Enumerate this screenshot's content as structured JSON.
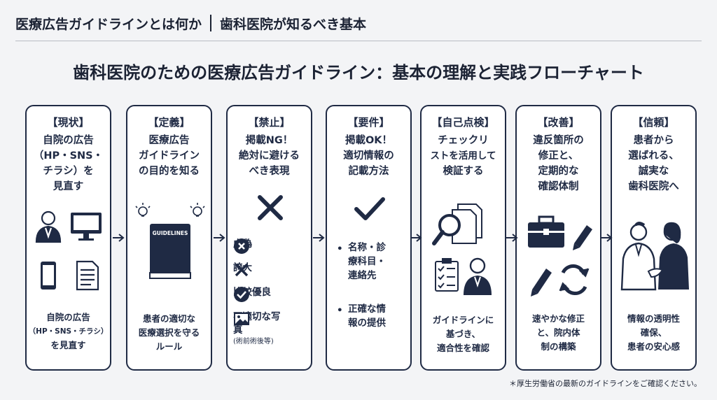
{
  "header": {
    "left": "医療広告ガイドラインとは何か",
    "right": "歯科医院が知るべき基本"
  },
  "main_title": "歯科医院のための医療広告ガイドライン：基本の理解と実践フローチャート",
  "cards": [
    {
      "tag": "【現状】",
      "title": [
        "自院の広告",
        "（HP・SNS・",
        "チラシ）を",
        "見直す"
      ],
      "desc": [
        "自院の広告",
        "（HP・SNS・チラシ）",
        "を見直す"
      ]
    },
    {
      "tag": "【定義】",
      "title": [
        "医療広告",
        "ガイドライン",
        "の目的を知る"
      ],
      "book_label": "GUIDELINES",
      "desc": [
        "患者の適切な",
        "医療選択を守る",
        "ルール"
      ]
    },
    {
      "tag": "【禁止】",
      "title": [
        "掲載NG！",
        "絶対に避ける",
        "べき表現"
      ],
      "items": [
        {
          "label": "虚偽",
          "icon": "x-circle-icon"
        },
        {
          "label": "誇大",
          "icon": "x-icon"
        },
        {
          "label": "比較優良",
          "icon": "check-circle-icon"
        },
        {
          "label": "不適切な写真",
          "sub": "(術前術後等)",
          "icon": "image-icon"
        }
      ]
    },
    {
      "tag": "【要件】",
      "title": [
        "掲載OK！",
        "適切情報の",
        "記載方法"
      ],
      "bullets": [
        {
          "lines": [
            "名称・診",
            "療科目・",
            "連絡先"
          ]
        },
        {
          "lines": [
            "正確な情",
            "報の提供"
          ]
        }
      ]
    },
    {
      "tag": "【自己点検】",
      "title": [
        "チェックリ",
        "ストを活用して",
        "検証する"
      ],
      "desc": [
        "ガイドラインに",
        "基づき、",
        "適合性を確認"
      ]
    },
    {
      "tag": "【改善】",
      "title": [
        "違反箇所の",
        "修正と、",
        "定期的な",
        "確認体制"
      ],
      "desc": [
        "速やかな修正",
        "と、院内体",
        "制の構築"
      ]
    },
    {
      "tag": "【信頼】",
      "title": [
        "患者から",
        "選ばれる、",
        "誠実な",
        "歯科医院へ"
      ],
      "desc": [
        "情報の透明性",
        "確保、",
        "患者の安心感"
      ]
    }
  ],
  "footnote": "＊厚生労働省の最新のガイドラインをご確認ください。",
  "colors": {
    "navy": "#1f2a44",
    "bg": "#f3f4f6",
    "card": "#ffffff"
  }
}
